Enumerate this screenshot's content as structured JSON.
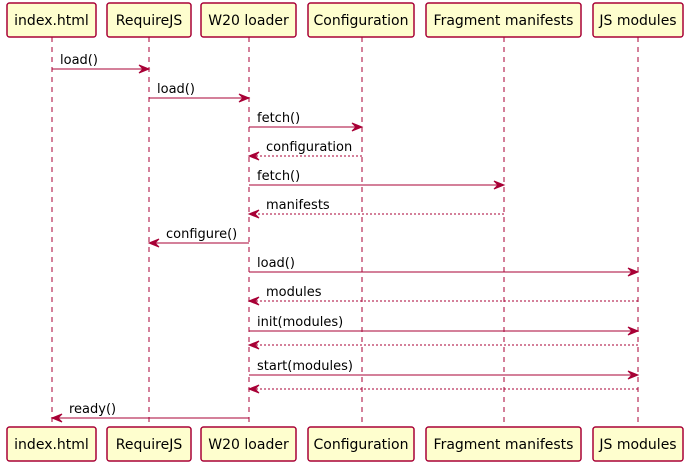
{
  "colors": {
    "participant_fill": "#FEFECE",
    "line": "#A80036",
    "text": "#000000",
    "background": "#FFFFFF"
  },
  "participants": [
    {
      "id": "index",
      "label": "index.html"
    },
    {
      "id": "require",
      "label": "RequireJS"
    },
    {
      "id": "loader",
      "label": "W20 loader"
    },
    {
      "id": "config",
      "label": "Configuration"
    },
    {
      "id": "manifests",
      "label": "Fragment manifests"
    },
    {
      "id": "modules",
      "label": "JS modules"
    }
  ],
  "messages": [
    {
      "from": "index",
      "to": "require",
      "label": "load()",
      "style": "solid"
    },
    {
      "from": "require",
      "to": "loader",
      "label": "load()",
      "style": "solid"
    },
    {
      "from": "loader",
      "to": "config",
      "label": "fetch()",
      "style": "solid"
    },
    {
      "from": "config",
      "to": "loader",
      "label": "configuration",
      "style": "dashed"
    },
    {
      "from": "loader",
      "to": "manifests",
      "label": "fetch()",
      "style": "solid"
    },
    {
      "from": "manifests",
      "to": "loader",
      "label": "manifests",
      "style": "dashed"
    },
    {
      "from": "loader",
      "to": "require",
      "label": "configure()",
      "style": "solid"
    },
    {
      "from": "loader",
      "to": "modules",
      "label": "load()",
      "style": "solid"
    },
    {
      "from": "modules",
      "to": "loader",
      "label": "modules",
      "style": "dashed"
    },
    {
      "from": "loader",
      "to": "modules",
      "label": "init(modules)",
      "style": "solid"
    },
    {
      "from": "modules",
      "to": "loader",
      "label": "",
      "style": "dashed"
    },
    {
      "from": "loader",
      "to": "modules",
      "label": "start(modules)",
      "style": "solid"
    },
    {
      "from": "modules",
      "to": "loader",
      "label": "",
      "style": "dashed"
    },
    {
      "from": "loader",
      "to": "index",
      "label": "ready()",
      "style": "solid"
    }
  ]
}
